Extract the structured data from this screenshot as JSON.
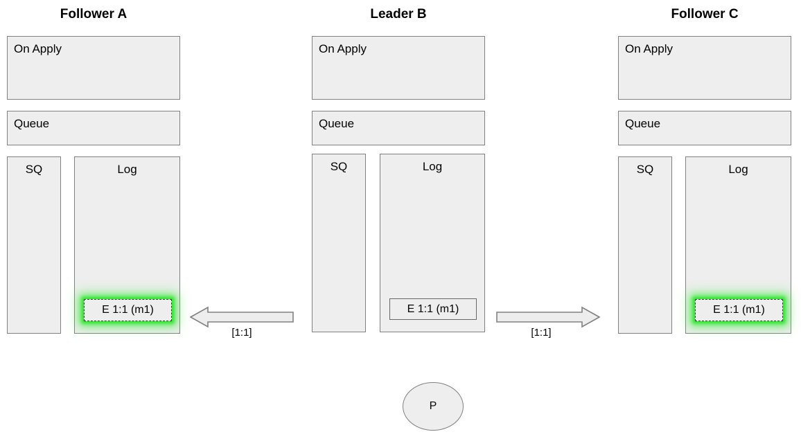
{
  "diagram": {
    "title_row": [
      {
        "label": "Follower A"
      },
      {
        "label": "Leader B"
      },
      {
        "label": "Follower C"
      }
    ],
    "nodes": [
      {
        "id": "follower-a",
        "title": "Follower A",
        "on_apply_label": "On Apply",
        "queue_label": "Queue",
        "sq_label": "SQ",
        "log_label": "Log",
        "log_entries": [
          {
            "text": "E 1:1 (m1)",
            "highlighted": true
          }
        ]
      },
      {
        "id": "leader-b",
        "title": "Leader B",
        "on_apply_label": "On Apply",
        "queue_label": "Queue",
        "sq_label": "SQ",
        "log_label": "Log",
        "log_entries": [
          {
            "text": "E 1:1 (m1)",
            "highlighted": false
          }
        ]
      },
      {
        "id": "follower-c",
        "title": "Follower C",
        "on_apply_label": "On Apply",
        "queue_label": "Queue",
        "sq_label": "SQ",
        "log_label": "Log",
        "log_entries": [
          {
            "text": "E 1:1 (m1)",
            "highlighted": true
          }
        ]
      }
    ],
    "arrows": [
      {
        "id": "arrow-left",
        "direction": "left",
        "label": "[1:1]"
      },
      {
        "id": "arrow-right",
        "direction": "right",
        "label": "[1:1]"
      }
    ],
    "client": {
      "label": "P"
    },
    "colors": {
      "box_fill": "#eeeeee",
      "box_border": "#808080",
      "entry_border": "#666666",
      "highlight_glow": "#2ee62e",
      "text": "#000000"
    }
  }
}
